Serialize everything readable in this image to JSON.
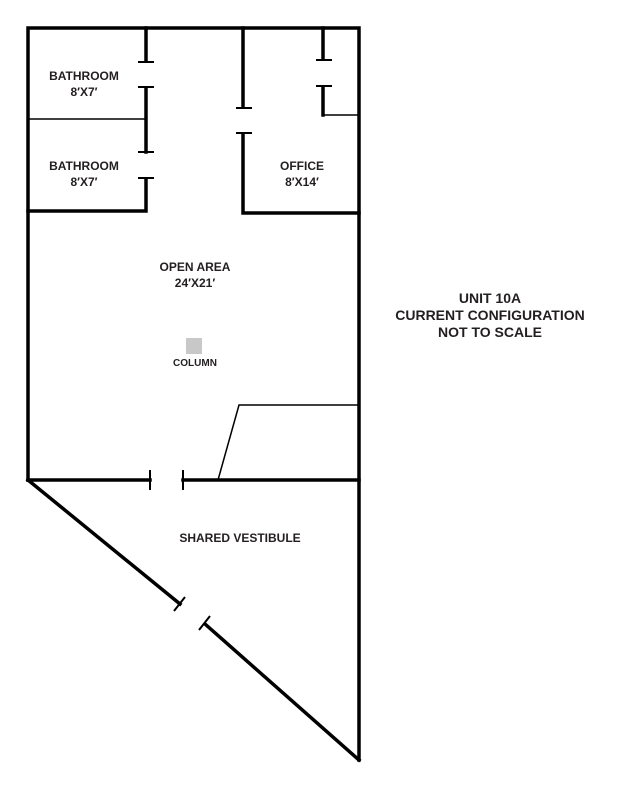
{
  "rooms": {
    "bathroom_1": {
      "name": "BATHROOM",
      "size": "8′X7′"
    },
    "bathroom_2": {
      "name": "BATHROOM",
      "size": "8′X7′"
    },
    "office": {
      "name": "OFFICE",
      "size": "8′X14′"
    },
    "open_area": {
      "name": "OPEN AREA",
      "size": "24′X21′"
    },
    "column": "COLUMN",
    "vestibule": "SHARED VESTIBULE"
  },
  "legend": {
    "line1": "UNIT 10A",
    "line2": "CURRENT CONFIGURATION",
    "line3": "NOT TO SCALE"
  },
  "colors": {
    "wall": "#000000",
    "column": "#c8c8c8"
  }
}
